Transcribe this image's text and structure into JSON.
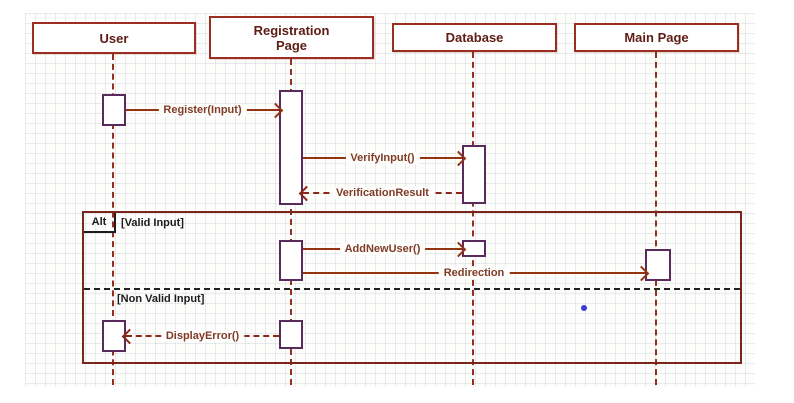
{
  "diagram": {
    "type": "uml-sequence",
    "lifelines": [
      {
        "name": "User"
      },
      {
        "name": "Registration Page"
      },
      {
        "name": "Database"
      },
      {
        "name": "Main Page"
      }
    ],
    "messages": {
      "register": {
        "label": "Register(Input)",
        "from": "User",
        "to": "Registration Page",
        "line": "solid"
      },
      "verify_input": {
        "label": "VerifyInput()",
        "from": "Registration Page",
        "to": "Database",
        "line": "solid"
      },
      "verification_result": {
        "label": "VerificationResult",
        "from": "Database",
        "to": "Registration Page",
        "line": "dashed"
      },
      "add_new_user": {
        "label": "AddNewUser()",
        "from": "Registration Page",
        "to": "Database",
        "line": "solid"
      },
      "redirection": {
        "label": "Redirection",
        "from": "Registration Page",
        "to": "Main Page",
        "line": "solid"
      },
      "display_error": {
        "label": "DisplayError()",
        "from": "Registration Page",
        "to": "User",
        "line": "dashed"
      }
    },
    "fragment": {
      "operator": "Alt",
      "sections": [
        {
          "guard": "[Valid Input]"
        },
        {
          "guard": "[Non Valid Input]"
        }
      ]
    },
    "colors": {
      "box_border": "#9b2d21",
      "box_text": "#5e1c15",
      "lifeline": "#942e1d",
      "activation_border": "#5a2a5c",
      "frame_border": "#7b241c",
      "solid_arrow": "#93330f",
      "dashed_arrow": "#8e2617",
      "label_text": "#7f3b26",
      "guard_text": "#1c1c1c",
      "stray_dot": "#3b3bd6"
    }
  }
}
